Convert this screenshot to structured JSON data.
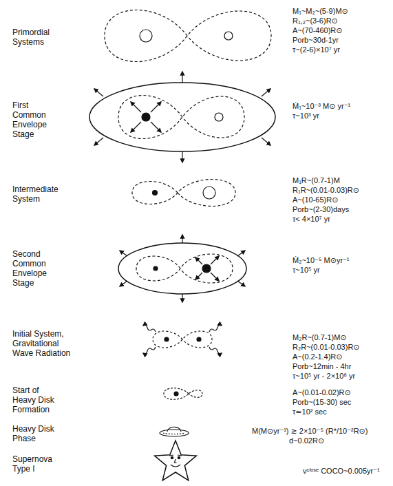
{
  "diagram": {
    "labels": [
      "Primordial Systems",
      "M₁~M₂~(5-9)M⊙",
      "R₁,₂~(3-6)R⊙",
      "A~(70-460)R⊙",
      "Porb~30d-1yr",
      "τ~(2-6)×10⁷ yr",
      "First Common Envelope Stage",
      "Ṁ₁~10⁻³ M⊙ yr⁻¹",
      "τ~10³ yr",
      "Intermediate System",
      "M₁R~(0.7-1)M",
      "R₁R~(0.01-0.03)R⊙",
      "A~(10-65)R⊙",
      "Porb~(2-30)days",
      "τ< 4×10⁷ yr",
      "Second Common Envelope Stage",
      "Ṁ₂~10⁻⁵ M⊙yr⁻¹",
      "τ~10⁵ yr",
      "Initial System, Gravitational Wave Radiation",
      "M₂R~(0.7-1)M⊙",
      "R₂R~(0.01-0.03)R⊙",
      "A~(0.2-1.4)R⊙",
      "Porb~12min - 4hr",
      "τ~10⁵ yr - 2×10⁸ yr",
      "Start of Heavy Disk Formation",
      "A~(0.01-0.02)R⊙",
      "Porb~(15-30) sec",
      "τ≃10² sec",
      "Heavy Disk Phase",
      "Ṁ(M⊙yr⁻¹) ≳ 2×10⁻⁵ (R*/10⁻²R⊙)",
      "d~0.02R⊙",
      "Supernova Type I",
      "νᶜˡᵒˢᵉ COCO~0.005yr⁻¹"
    ]
  }
}
